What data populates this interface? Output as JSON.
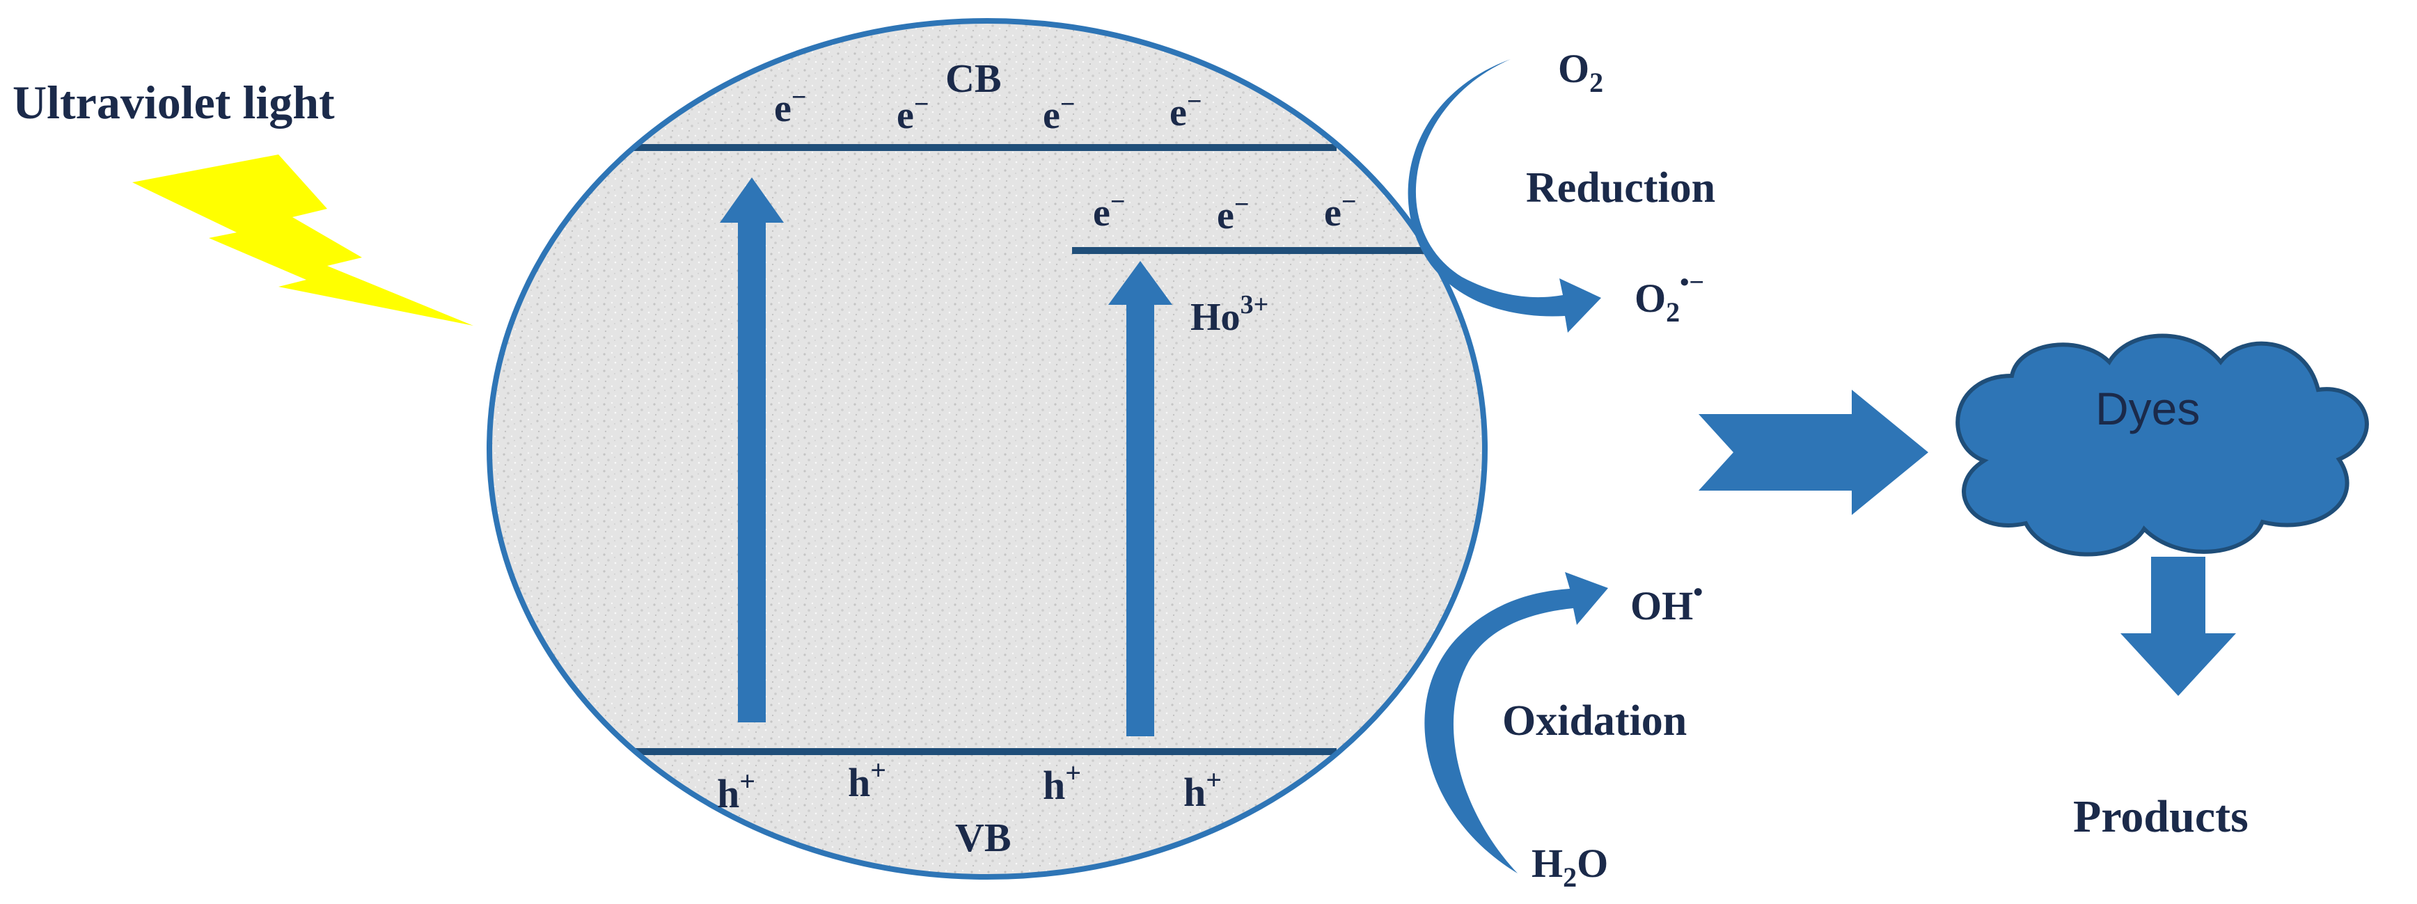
{
  "light": {
    "label": "Ultraviolet light"
  },
  "bands": {
    "cb": "CB",
    "vb": "VB"
  },
  "levels": {
    "dopant_base": "Ho",
    "dopant_sup": "3+"
  },
  "carriers": {
    "electron": "e",
    "electron_sup": "−",
    "hole": "h",
    "hole_sup": "+"
  },
  "reduction": {
    "label": "Reduction",
    "reactant_base": "O",
    "reactant_sub": "2",
    "product_base": "O",
    "product_sub": "2",
    "product_sup": "•−"
  },
  "oxidation": {
    "label": "Oxidation",
    "reactant_base": "H",
    "reactant_sub": "2",
    "reactant_tail": "O",
    "product_base": "OH",
    "product_sup": "•"
  },
  "target": {
    "label": "Dyes"
  },
  "outcome": {
    "label": "Products"
  },
  "colors": {
    "accent": "#2e75b6",
    "band_line": "#1f4e79",
    "lightning": "#ffff00",
    "text": "#1b2a4a",
    "particle_fill": "#e6e6e6"
  }
}
